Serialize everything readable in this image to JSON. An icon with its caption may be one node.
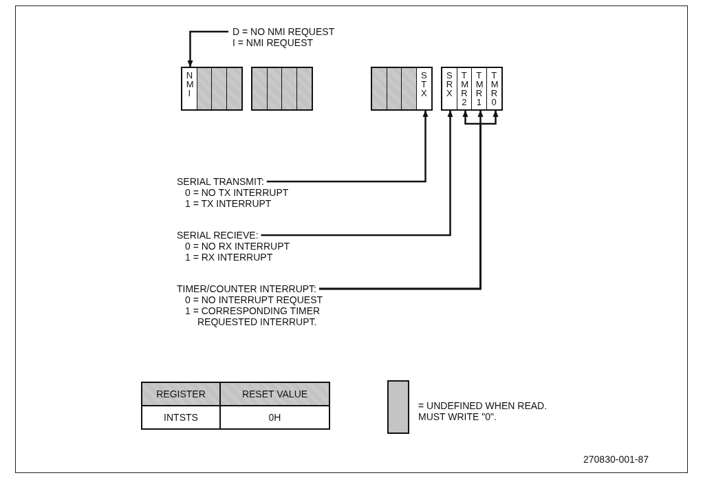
{
  "diagram": {
    "nodes": [
      {
        "text": [
          "D = NO NMI REQUEST",
          "I = NMI REQUEST"
        ]
      },
      {
        "text": [
          "NMI"
        ]
      },
      {
        "text": [],
        "shape": "box"
      },
      {
        "text": [],
        "shape": "box"
      },
      {
        "text": [],
        "shape": "box"
      },
      {
        "text": [],
        "shape": "box"
      },
      {
        "text": [],
        "shape": "box"
      },
      {
        "text": [],
        "shape": "box"
      },
      {
        "text": [],
        "shape": "box"
      },
      {
        "text": [],
        "shape": "box"
      },
      {
        "text": [],
        "shape": "box"
      },
      {
        "text": [],
        "shape": "box"
      },
      {
        "text": [
          "STX"
        ]
      },
      {
        "text": [
          "SRX"
        ]
      },
      {
        "text": [
          "TMR2"
        ]
      },
      {
        "text": [
          "TMR1"
        ]
      },
      {
        "text": [
          "TMR0"
        ]
      },
      {
        "text": [
          "SERIAL TRANSMIT:",
          "0 = NO TX INTERRUPT",
          "1 = TX INTERRUPT"
        ]
      },
      {
        "text": [
          "SERIAL RECIEVE:",
          "0 = NO RX INTERRUPT",
          "1 = RX INTERRUPT"
        ]
      },
      {
        "text": [
          "TIMER/COUNTER INTERRUPT:",
          "0 = NO INTERRUPT REQUEST",
          "1 = CORRESPONDING TIMER REQUESTED INTERRUPT."
        ]
      }
    ],
    "edges": [
      {
        "from": 0,
        "to": 1,
        "arrow": "to"
      },
      {
        "from": 17,
        "to": 12,
        "arrow": "to"
      },
      {
        "from": 18,
        "to": 13,
        "arrow": "to"
      },
      {
        "from": 19,
        "to": 14,
        "arrow": "to"
      },
      {
        "from": 19,
        "to": 15,
        "arrow": "to"
      },
      {
        "from": 19,
        "to": 16,
        "arrow": "to"
      }
    ],
    "labels": [
      "REGISTER",
      "RESET VALUE",
      "INTSTS",
      "0H",
      "270830-001-87"
    ],
    "legend": [
      {
        "text": "= UNDEFINED WHEN READ. MUST WRITE \"0\".",
        "color": "#c4c4c4"
      }
    ]
  }
}
